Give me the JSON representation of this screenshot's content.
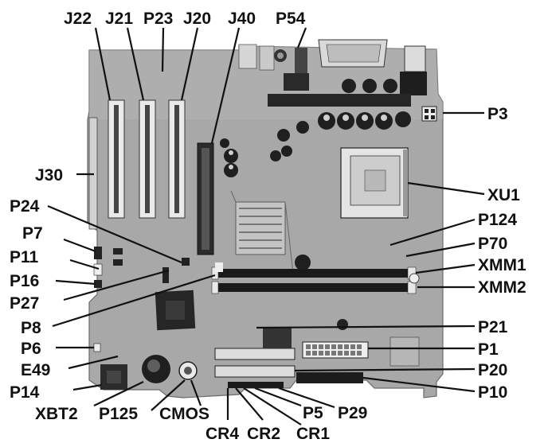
{
  "diagram": {
    "callouts": {
      "J22": "J22",
      "J21": "J21",
      "P23": "P23",
      "J20": "J20",
      "J40": "J40",
      "P54": "P54",
      "P3": "P3",
      "J30": "J30",
      "XU1": "XU1",
      "P24": "P24",
      "P124": "P124",
      "P7": "P7",
      "P70": "P70",
      "P11": "P11",
      "XMM1": "XMM1",
      "P16": "P16",
      "XMM2": "XMM2",
      "P27": "P27",
      "P8": "P8",
      "P21": "P21",
      "P6": "P6",
      "P1": "P1",
      "E49": "E49",
      "P20": "P20",
      "P14": "P14",
      "P10": "P10",
      "XBT2": "XBT2",
      "P125": "P125",
      "CMOS": "CMOS",
      "P5": "P5",
      "P29": "P29",
      "CR4": "CR4",
      "CR2": "CR2",
      "CR1": "CR1"
    },
    "colors": {
      "board": "#a9a9a9",
      "board_dark": "#7e7e7e",
      "component_dark": "#2a2a2a",
      "component_light": "#d8d8d8",
      "label": "#111111"
    }
  }
}
